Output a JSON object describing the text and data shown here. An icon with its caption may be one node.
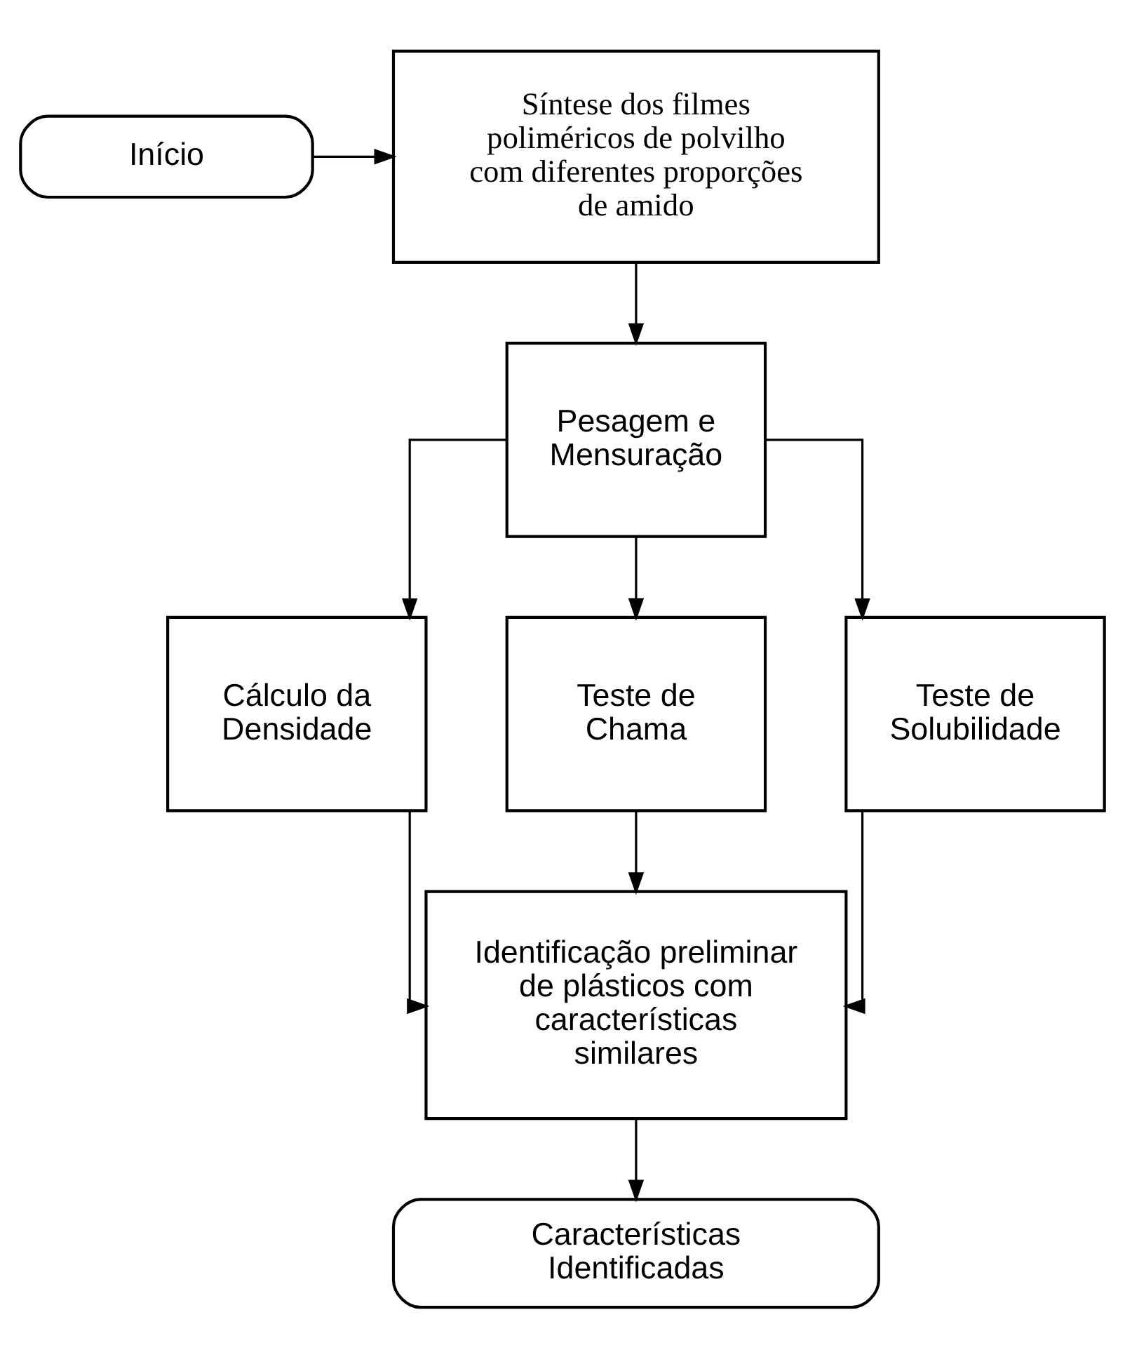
{
  "diagram": {
    "nodes": [
      {
        "text": [
          "Início"
        ]
      },
      {
        "text": [
          "Síntese dos filmes poliméricos de polvilho com diferentes proporções de amido"
        ]
      },
      {
        "text": [
          "Pesagem e Mensuração"
        ]
      },
      {
        "text": [
          "Cálculo da Densidade"
        ]
      },
      {
        "text": [
          "Teste de Chama"
        ]
      },
      {
        "text": [
          "Teste de Solubilidade"
        ]
      },
      {
        "text": [
          "Identificação preliminar de plásticos com características similares"
        ]
      },
      {
        "text": [
          "Características Identificadas"
        ]
      }
    ],
    "edges": [
      {
        "from": 0,
        "to": 1,
        "arrow": "to"
      },
      {
        "from": 1,
        "to": 2,
        "arrow": "to"
      },
      {
        "from": 2,
        "to": 3,
        "arrow": "to"
      },
      {
        "from": 2,
        "to": 4,
        "arrow": "to"
      },
      {
        "from": 2,
        "to": 5,
        "arrow": "to"
      },
      {
        "from": 3,
        "to": 6,
        "arrow": "to"
      },
      {
        "from": 4,
        "to": 6,
        "arrow": "to"
      },
      {
        "from": 5,
        "to": 6,
        "arrow": "to"
      },
      {
        "from": 6,
        "to": 7,
        "arrow": "to"
      }
    ]
  }
}
